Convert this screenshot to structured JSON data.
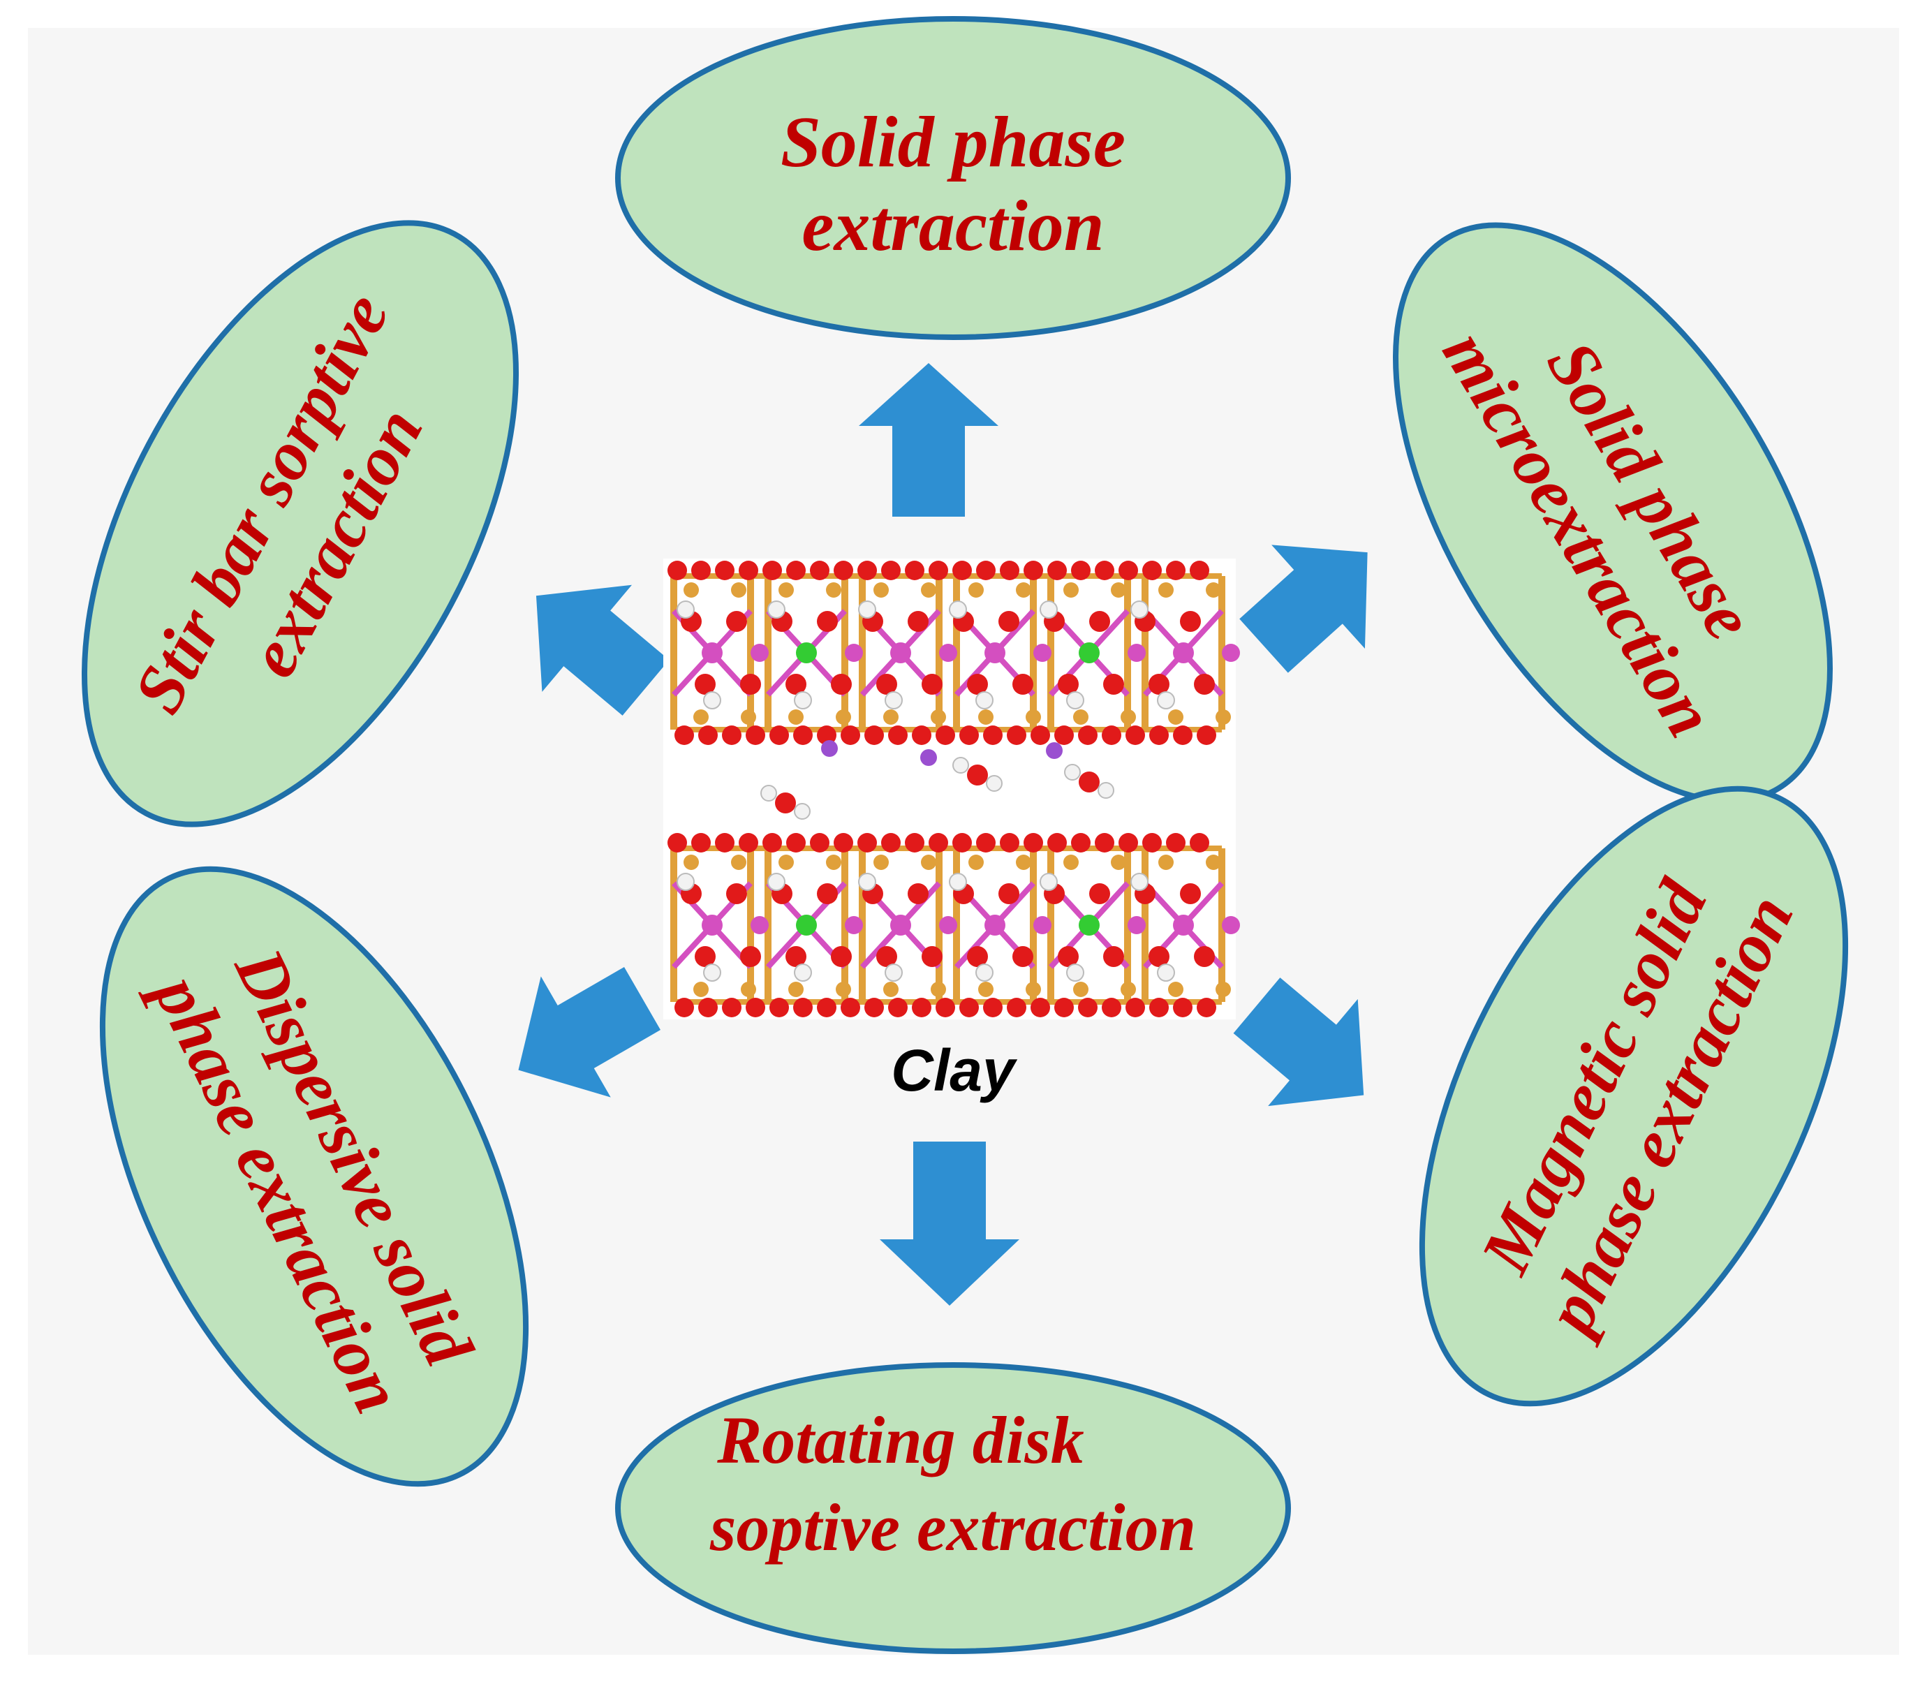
{
  "center": {
    "label": "Clay"
  },
  "methods": [
    {
      "id": "spe",
      "line1": "Solid phase",
      "line2": "extraction"
    },
    {
      "id": "spme",
      "line1": "Solid phase",
      "line2": "microextraction"
    },
    {
      "id": "mspe",
      "line1": "Magnetic solid",
      "line2": "phase extraction"
    },
    {
      "id": "rdse",
      "line1": "Rotating disk",
      "line2": "soptive extraction"
    },
    {
      "id": "dspe",
      "line1": "Dispersive solid",
      "line2": "phase extraction"
    },
    {
      "id": "sbse",
      "line1": "Stir bar sorptive",
      "line2": "extraction"
    }
  ],
  "colors": {
    "panel_bg": "#f6f6f6",
    "ellipse_fill": "#bfe3bd",
    "ellipse_stroke": "#1f6fa8",
    "text": "#c00000",
    "arrow": "#2e8fd2",
    "oxygen": "#e11a1a",
    "silicon": "#e0a03a",
    "hydrogen": "#f2f2f2",
    "octahedral_metal": "#d44fc0",
    "substituted_metal": "#33cc33",
    "interlayer_cation": "#9a4fd0"
  }
}
